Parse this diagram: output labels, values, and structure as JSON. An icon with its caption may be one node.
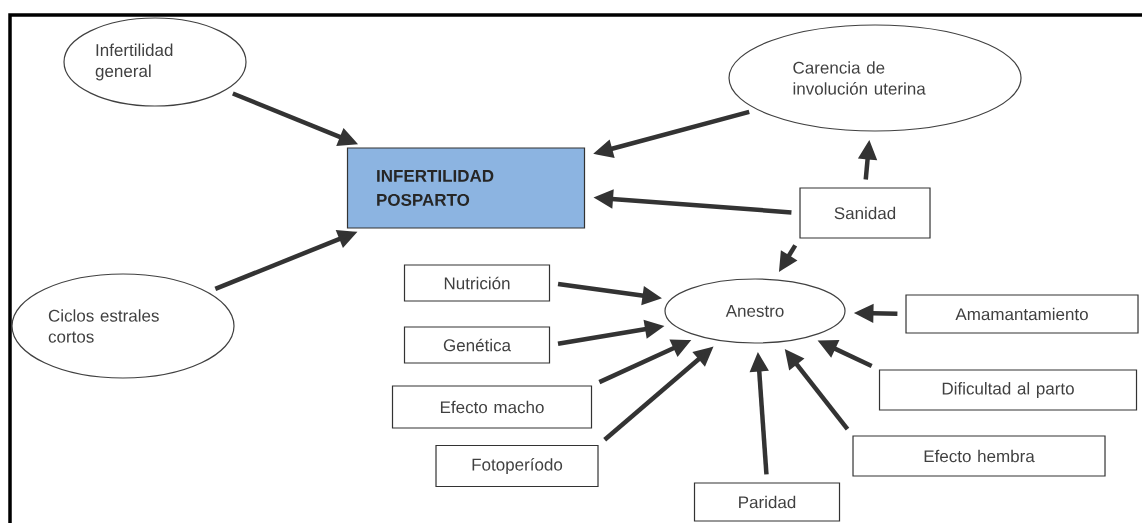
{
  "diagram": {
    "nodes": [
      {
        "text": [
          "Infertilidad general"
        ]
      },
      {
        "text": [
          "Carencia de involución uterina"
        ]
      },
      {
        "text": [
          "INFERTILIDAD POSPARTO"
        ]
      },
      {
        "text": [
          "Sanidad"
        ]
      },
      {
        "text": [
          "Ciclos estrales cortos"
        ]
      },
      {
        "text": [
          "Nutrición"
        ]
      },
      {
        "text": [
          "Anestro"
        ]
      },
      {
        "text": [
          "Amamantamiento"
        ]
      },
      {
        "text": [
          "Genética"
        ]
      },
      {
        "text": [
          "Efecto macho"
        ]
      },
      {
        "text": [
          "Dificultad al parto"
        ]
      },
      {
        "text": [
          "Fotoperíodo"
        ]
      },
      {
        "text": [
          "Efecto hembra"
        ]
      },
      {
        "text": [
          "Paridad"
        ]
      }
    ],
    "edges": [
      {
        "from": 0,
        "to": 2,
        "arrow": "to"
      },
      {
        "from": 1,
        "to": 2,
        "arrow": "to"
      },
      {
        "from": 3,
        "to": 2,
        "arrow": "to"
      },
      {
        "from": 3,
        "to": 1,
        "arrow": "to"
      },
      {
        "from": 4,
        "to": 2,
        "arrow": "to"
      },
      {
        "from": 3,
        "to": 6,
        "arrow": "to"
      },
      {
        "from": 5,
        "to": 6,
        "arrow": "to"
      },
      {
        "from": 8,
        "to": 6,
        "arrow": "to"
      },
      {
        "from": 9,
        "to": 6,
        "arrow": "to"
      },
      {
        "from": 11,
        "to": 6,
        "arrow": "to"
      },
      {
        "from": 13,
        "to": 6,
        "arrow": "to"
      },
      {
        "from": 12,
        "to": 6,
        "arrow": "to"
      },
      {
        "from": 10,
        "to": 6,
        "arrow": "to"
      },
      {
        "from": 7,
        "to": 6,
        "arrow": "to"
      }
    ]
  }
}
